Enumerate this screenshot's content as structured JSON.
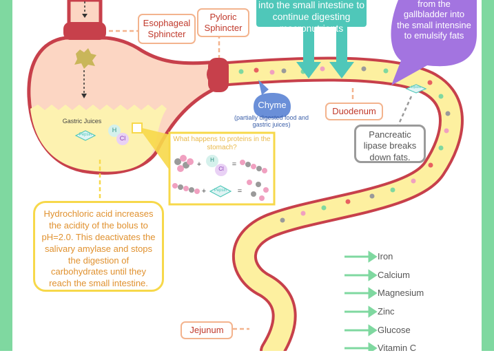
{
  "labels": {
    "esophageal_sphincter": "Esophageal Sphincter",
    "pyloric_sphincter": "Pyloric Sphincter",
    "gastric_juices": "Gastric Juices",
    "pepsin": "Pepsin",
    "h": "H",
    "cl": "Cl",
    "chyme_title": "Chyme",
    "chyme_desc": "(partially digested food and gastric juices)",
    "duodenum": "Duodenum",
    "jejunum": "Jejunum",
    "lipase": "Lipase",
    "teal_text_line1": "into the small intestine to",
    "teal_text_line2": "continue digesting",
    "teal_text_line3": "macronutrients",
    "purple_text_line1": "from the",
    "purple_text_line2": "gallbladder into",
    "purple_text_line3": "the small intensine",
    "purple_text_line4": "to emulsify fats",
    "pancreatic_lipase": "Pancreatic lipase breaks down fats.",
    "proteins_question": "What happens to proteins in the stomach?",
    "plus": "+",
    "equals": "=",
    "hcl_text": "Hydrochloric acid increases the acidity of the bolus to pH=2.0. This deactivates the salivary amylase and stops the digestion of carbohydrates until they reach the small intestine."
  },
  "nutrients": [
    "Iron",
    "Calcium",
    "Magnesium",
    "Zinc",
    "Glucose",
    "Vitamin C"
  ],
  "colors": {
    "border_green": "#7fd8a0",
    "stomach_fill": "#fcd6c3",
    "stomach_outline": "#c7404b",
    "juice_fill": "#fdf2b0",
    "intestine_fill": "#fdf0a0",
    "intestine_outline": "#c7404b",
    "sphincter": "#c7404b",
    "teal": "#4fc7b9",
    "purple": "#a374e0",
    "chyme_blue": "#6a8fd8",
    "yellow": "#f7d84a",
    "orange_border": "#f3b38d",
    "grey": "#9a9a9a",
    "green_arrow": "#7fd8a0"
  }
}
